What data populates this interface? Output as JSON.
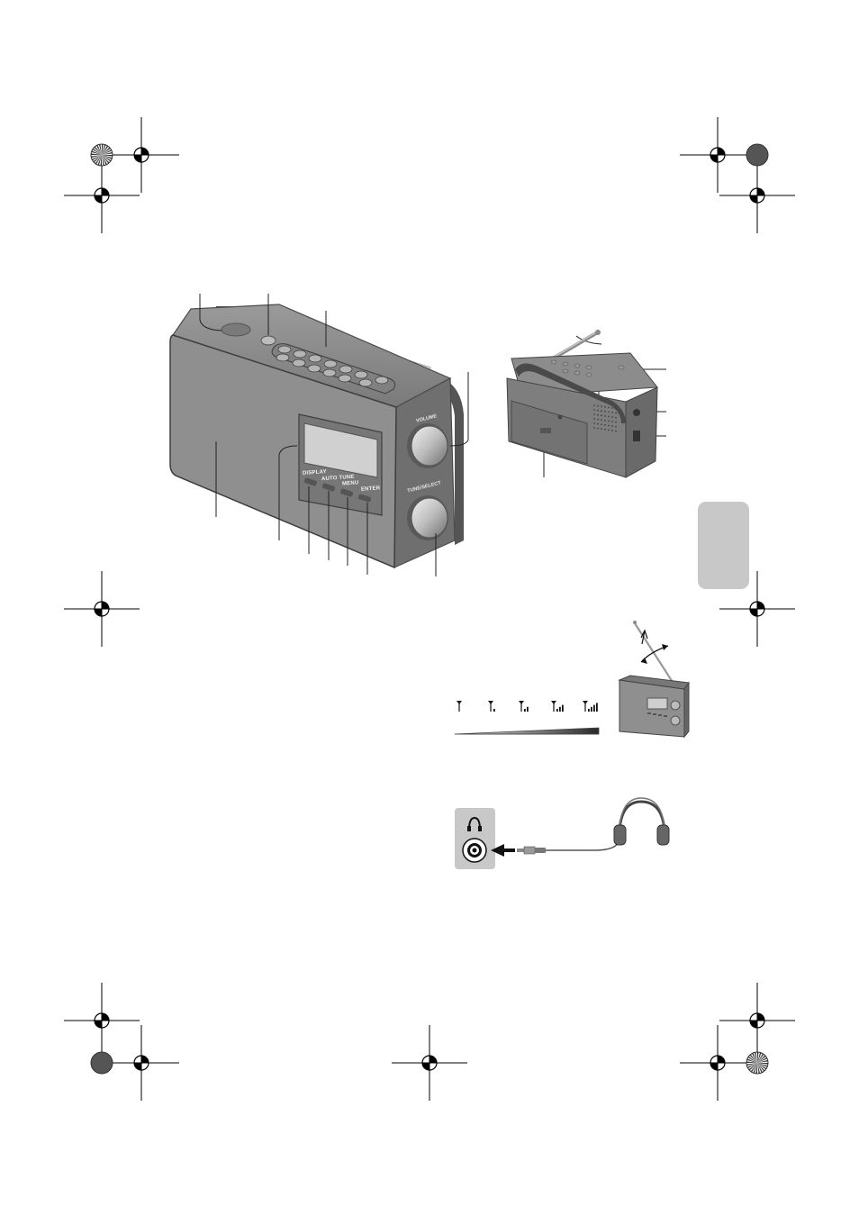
{
  "colors": {
    "radio_body": "#8c8c8c",
    "radio_front": "#8f8f8f",
    "radio_dark": "#5a5a5a",
    "display": "#cfcfcf",
    "side_tab": "#c8c8c8",
    "signal_bar_end": "#2a2a2a"
  },
  "front_panel": {
    "button_labels": [
      "DISPLAY",
      "AUTO TUNE",
      "MENU",
      "ENTER"
    ],
    "knob_labels": [
      "VOLUME",
      "TUNE/SELECT"
    ]
  },
  "signal_indicator": {
    "levels": [
      0,
      1,
      2,
      3,
      4
    ],
    "icon": "antenna-signal-icon"
  },
  "icons": {
    "registration_marks": "crosshair-icon",
    "color_wheels": "color-wheel-icon",
    "headphones": "headphones-icon",
    "jack": "headphone-jack-icon"
  }
}
